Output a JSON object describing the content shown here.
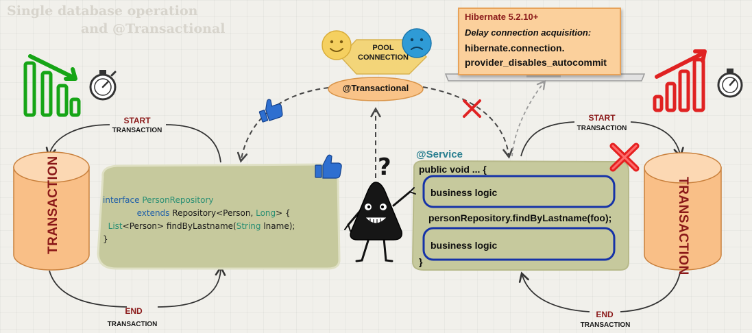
{
  "title": {
    "line1": "Single database operation",
    "line2": "and @Transactional"
  },
  "pool": {
    "line1": "POOL",
    "line2": "CONNECTION"
  },
  "transactional_label": "@Transactional",
  "hibernate": {
    "version": "Hibernate 5.2.10+",
    "subtitle": "Delay connection acquisition:",
    "line1": "hibernate.connection.",
    "line2": "provider_disables_autocommit"
  },
  "left_cycle": {
    "start": "START",
    "start_sub": "TRANSACTION",
    "end": "END",
    "end_sub": "TRANSACTION",
    "cylinder_label": "TRANSACTION"
  },
  "right_cycle": {
    "start": "START",
    "start_sub": "TRANSACTION",
    "end": "END",
    "end_sub": "TRANSACTION",
    "cylinder_label": "TRANSACTION"
  },
  "repository": {
    "kw_interface": "interface",
    "name": "PersonRepository",
    "kw_extends": "extends",
    "super_open": "Repository<",
    "person": "Person",
    "comma": ", ",
    "long": "Long",
    "super_close": "> {",
    "list": "List",
    "list_open": "<",
    "list_person": "Person",
    "method": "> findByLastname(",
    "string": "String",
    "param": " lname);",
    "closing": "}"
  },
  "service": {
    "annotation": "@Service",
    "signature": "public void ... {",
    "logic1": "business logic",
    "call": "personRepository.findByLastname(foo);",
    "logic2": "business logic",
    "closing": "}"
  },
  "question_mark": "?",
  "colors": {
    "cylinder": "#f9bf87",
    "cylinder_top": "#fcd8b3",
    "panel": "#c6c99d",
    "logic_border": "#1633a8",
    "service_label": "#2a7f90",
    "good": "#16a516",
    "bad": "#e02222",
    "thumbs": "#2e6fd0",
    "pool": "#f3d579"
  },
  "icons": [
    "stopwatch-icon",
    "thumbs-up-icon",
    "cross-icon",
    "happy-face-icon",
    "sad-face-icon",
    "laptop-icon",
    "trend-down-icon",
    "trend-up-icon"
  ]
}
